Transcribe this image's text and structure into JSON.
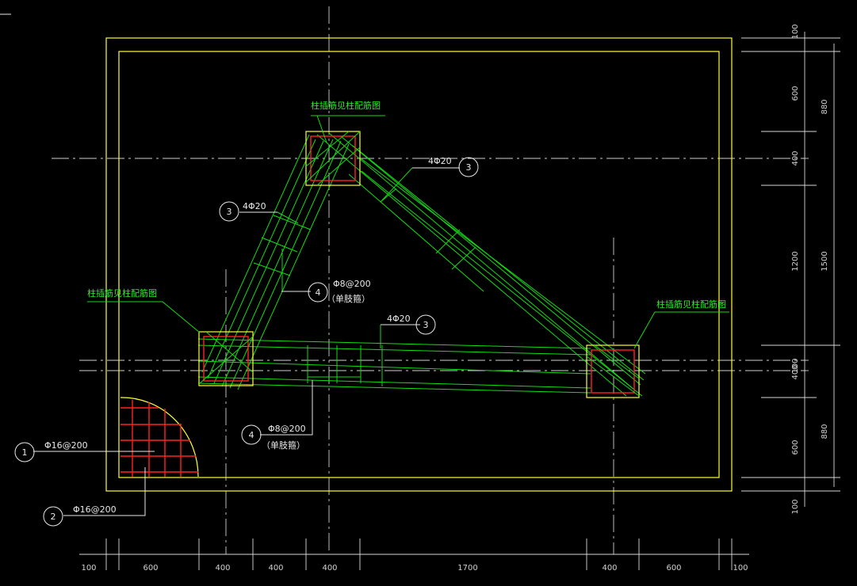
{
  "colors": {
    "background": "#000000",
    "outline": "#ffff33",
    "rebar": "#11dd11",
    "column": "#ff2222",
    "text": "#e8e8e8"
  },
  "labels": {
    "col_note_top": "柱插筋见柱配筋图",
    "col_note_left": "柱插筋见柱配筋图",
    "col_note_right": "柱插筋见柱配筋图",
    "beam_top_right": "4Φ20",
    "beam_left": "4Φ20",
    "beam_bottom": "4Φ20",
    "stirrup_upper": "Φ8@200",
    "stirrup_upper_note": "（单肢箍）",
    "stirrup_lower": "Φ8@200",
    "stirrup_lower_note": "（单肢箍）",
    "bar1_spec": "Φ16@200",
    "bar2_spec": "Φ16@200"
  },
  "callouts": {
    "beam_top_right": "3",
    "beam_left": "3",
    "beam_bottom": "3",
    "stirrup_upper": "4",
    "stirrup_lower": "4",
    "bar1": "1",
    "bar2": "2"
  },
  "dims_bottom": [
    "100",
    "600",
    "400",
    "400",
    "400",
    "1700",
    "400",
    "600",
    "100"
  ],
  "dims_right_inner": [
    "100",
    "600",
    "400",
    "1200",
    "100",
    "400",
    "600",
    "100"
  ],
  "dims_right_outer": [
    "880",
    "1500",
    "880"
  ]
}
